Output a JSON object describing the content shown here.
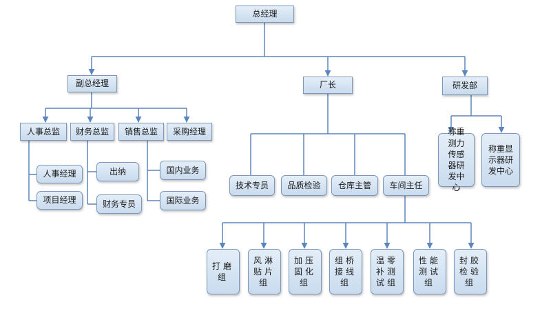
{
  "nodes": {
    "ceo": "总经理",
    "deputy_gm": "副总经理",
    "factory_director": "厂长",
    "rnd_dept": "研发部",
    "hr_director": "人事总监",
    "finance_director": "财务总监",
    "sales_director": "销售总监",
    "purchasing_manager": "采购经理",
    "hr_manager": "人事经理",
    "project_manager": "项目经理",
    "cashier": "出纳",
    "finance_specialist": "财务专员",
    "domestic_business": "国内业务",
    "intl_business": "国际业务",
    "tech_specialist": "技术专员",
    "quality_inspection": "品质检验",
    "warehouse_supervisor": "仓库主管",
    "workshop_director": "车间主任",
    "sensor_center": "称重测力传感器研发中心",
    "display_center": "称重显示器研发中心",
    "grinding_group": "打磨组",
    "shower_patch_group": "风淋贴片组",
    "press_cure_group": "加压固化组",
    "bridge_wiring_group": "组桥接线组",
    "temp_zero_group": "温零补测试组",
    "performance_test_group": "性能测试组",
    "sealant_inspection_group": "封胶检验组"
  },
  "colors": {
    "connector": "#5b86bd",
    "box_top": "#e4eef8",
    "box_bottom": "#c9dbee",
    "box_border": "#7b98b9"
  }
}
